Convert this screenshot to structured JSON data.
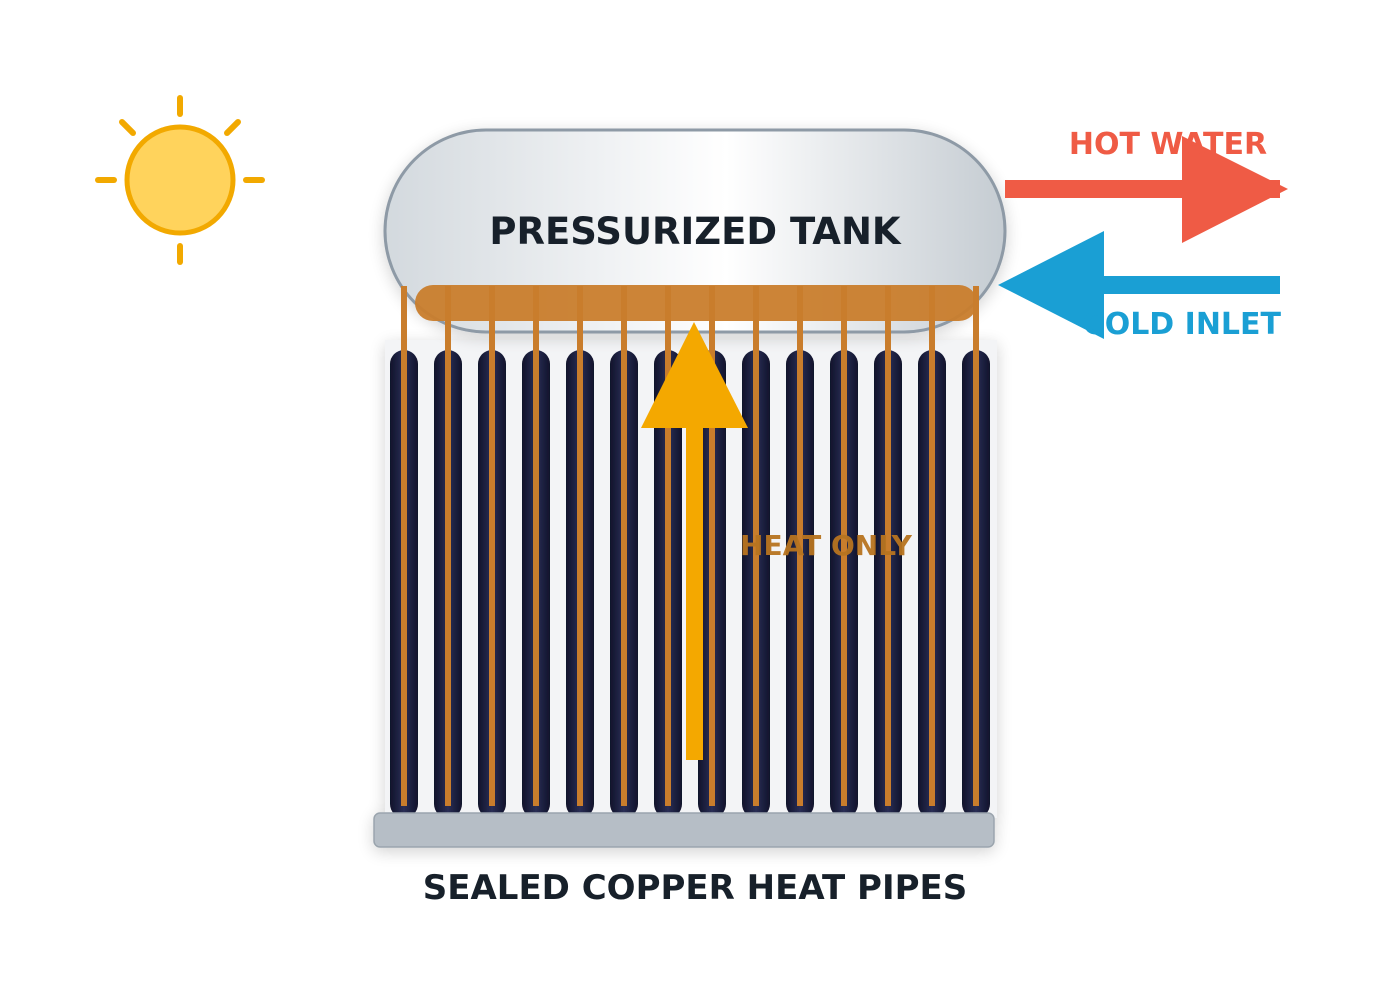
{
  "labels": {
    "tank": "PRESSURIZED TANK",
    "hot_water": "HOT WATER",
    "cold_inlet": "COLD INLET",
    "heat_only": "HEAT ONLY",
    "heat_pipes": "SEALED COPPER HEAT PIPES"
  },
  "icons": {
    "sun": "sun-icon"
  },
  "colors": {
    "sun": "#ffd35c",
    "sun_stroke": "#f2a900",
    "hot": "#ef5b45",
    "cold": "#1a9fd4",
    "heat_arrow": "#f4a800",
    "copper": "#c97d2c",
    "tube": "#1e2140",
    "text_dark": "#17202a",
    "tank_stroke": "#8e9aa6",
    "base": "#b6bec6"
  }
}
